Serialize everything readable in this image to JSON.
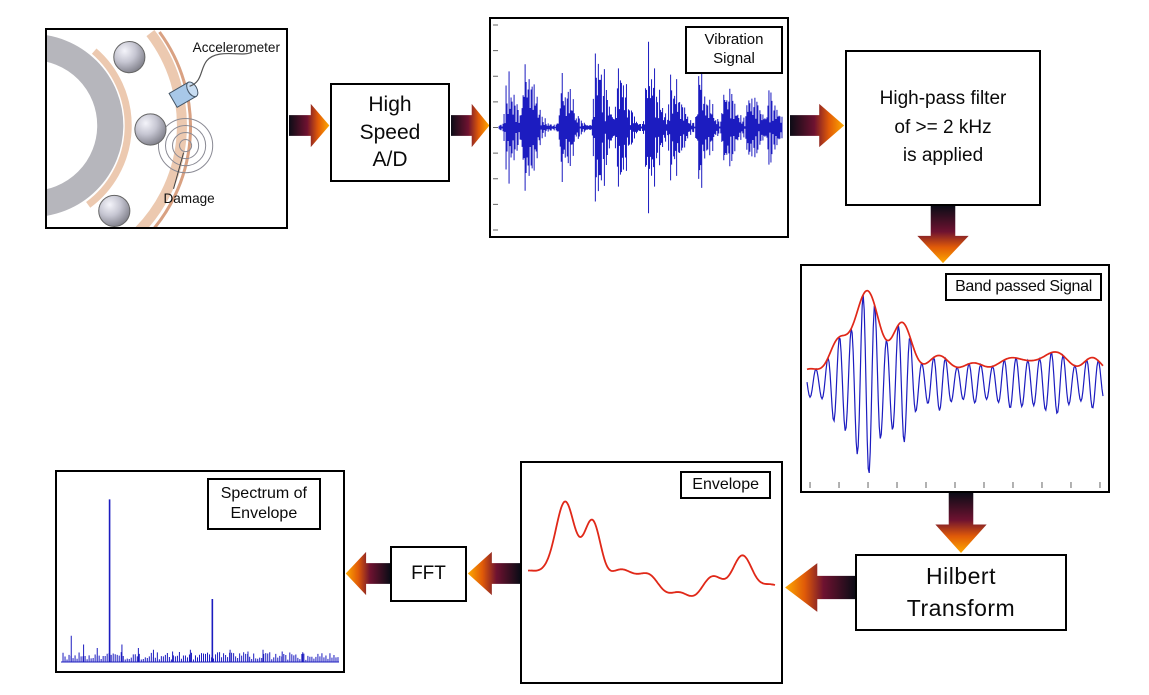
{
  "bearing": {
    "accelerometer_label": "Accelerometer",
    "damage_label": "Damage"
  },
  "boxes": {
    "ad": {
      "lines": [
        "High",
        "Speed",
        "A/D"
      ]
    },
    "filter": {
      "lines": [
        "High-pass filter",
        "of >= 2 kHz",
        "is applied"
      ]
    },
    "hilbert": {
      "lines": [
        "Hilbert",
        "Transform"
      ]
    },
    "fft": {
      "label": "FFT"
    }
  },
  "plots": {
    "vibration": {
      "label_lines": [
        "Vibration",
        "Signal"
      ]
    },
    "band": {
      "label": "Band passed Signal"
    },
    "envelope": {
      "label": "Envelope"
    },
    "spectrum": {
      "label_lines": [
        "Spectrum of",
        "Envelope"
      ]
    }
  },
  "colors": {
    "signal_blue": "#1c1cc0",
    "envelope_red": "#e02818",
    "arrow_dark": "#0c0c16",
    "arrow_mid": "#6e1230",
    "arrow_hot": "#e05a08",
    "arrow_tip": "#ffaa00"
  },
  "figures": {
    "vibration": {
      "noise_floor": 0.03,
      "bursts": [
        {
          "t": 0.055,
          "a": 0.55
        },
        {
          "t": 0.115,
          "a": 0.9
        },
        {
          "t": 0.24,
          "a": 0.6
        },
        {
          "t": 0.355,
          "a": 1.0
        },
        {
          "t": 0.43,
          "a": 0.65
        },
        {
          "t": 0.53,
          "a": 1.0
        },
        {
          "t": 0.61,
          "a": 0.6
        },
        {
          "t": 0.705,
          "a": 0.65
        },
        {
          "t": 0.79,
          "a": 0.55
        },
        {
          "t": 0.87,
          "a": 0.5
        },
        {
          "t": 0.94,
          "a": 0.35
        }
      ]
    },
    "band": {
      "carrier_cycles": 26,
      "base": 0.12,
      "peaks": [
        {
          "t": 0.21,
          "a": 0.83,
          "w": 0.055
        },
        {
          "t": 0.325,
          "a": 0.48,
          "w": 0.045
        },
        {
          "t": 0.115,
          "a": 0.28,
          "w": 0.04
        },
        {
          "t": 0.45,
          "a": 0.14,
          "w": 0.06
        },
        {
          "t": 0.585,
          "a": 0.08,
          "w": 0.05
        },
        {
          "t": 0.7,
          "a": 0.16,
          "w": 0.05
        },
        {
          "t": 0.82,
          "a": 0.22,
          "w": 0.05
        },
        {
          "t": 0.94,
          "a": 0.14,
          "w": 0.04
        }
      ]
    },
    "envelope": {
      "base": 0.5,
      "ripple": 0.022,
      "peaks": [
        {
          "t": 0.17,
          "a": 0.42,
          "w": 0.05
        },
        {
          "t": 0.275,
          "a": 0.3,
          "w": 0.045
        },
        {
          "t": 0.07,
          "a": 0.06,
          "w": 0.05
        },
        {
          "t": 0.42,
          "a": 0.05,
          "w": 0.05
        },
        {
          "t": 0.62,
          "a": -0.1,
          "w": 0.08
        },
        {
          "t": 0.85,
          "a": 0.1,
          "w": 0.05
        },
        {
          "t": 0.98,
          "a": -0.06,
          "w": 0.05
        }
      ]
    },
    "spectrum": {
      "noise": 0.045,
      "main_peaks": [
        {
          "f": 0.17,
          "a": 0.93
        },
        {
          "f": 0.545,
          "a": 0.36
        }
      ],
      "minor_peaks": [
        {
          "f": 0.03,
          "a": 0.15
        },
        {
          "f": 0.075,
          "a": 0.1
        },
        {
          "f": 0.125,
          "a": 0.08
        },
        {
          "f": 0.215,
          "a": 0.1
        },
        {
          "f": 0.275,
          "a": 0.08
        },
        {
          "f": 0.33,
          "a": 0.07
        },
        {
          "f": 0.4,
          "a": 0.06
        },
        {
          "f": 0.465,
          "a": 0.07
        },
        {
          "f": 0.61,
          "a": 0.07
        },
        {
          "f": 0.675,
          "a": 0.06
        },
        {
          "f": 0.73,
          "a": 0.07
        },
        {
          "f": 0.8,
          "a": 0.06
        },
        {
          "f": 0.875,
          "a": 0.055
        },
        {
          "f": 0.945,
          "a": 0.05
        }
      ]
    }
  }
}
